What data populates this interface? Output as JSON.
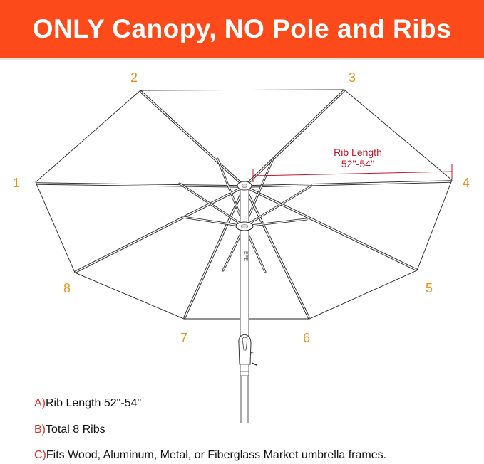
{
  "banner": {
    "title": "ONLY Canopy, NO Pole and Ribs",
    "background_color": "#fc4a1a",
    "text_color": "#ffffff"
  },
  "diagram": {
    "subject": "8-rib market umbrella canopy, viewed from below",
    "rib_numbers": [
      "1",
      "2",
      "3",
      "4",
      "5",
      "6",
      "7",
      "8"
    ],
    "rib_number_color": "#e8921e",
    "dimension": {
      "title": "Rib Length",
      "value": "52''-54''",
      "color": "#c0182a"
    }
  },
  "specs": [
    {
      "letter": "A)",
      "text": "Rib Length 52\"-54\""
    },
    {
      "letter": "B)",
      "text": "Total 8 Ribs"
    },
    {
      "letter": "C)",
      "text": "Fits Wood, Aluminum, Metal, or Fiberglass Market umbrella frames."
    }
  ],
  "spec_letter_color": "#d3352a"
}
